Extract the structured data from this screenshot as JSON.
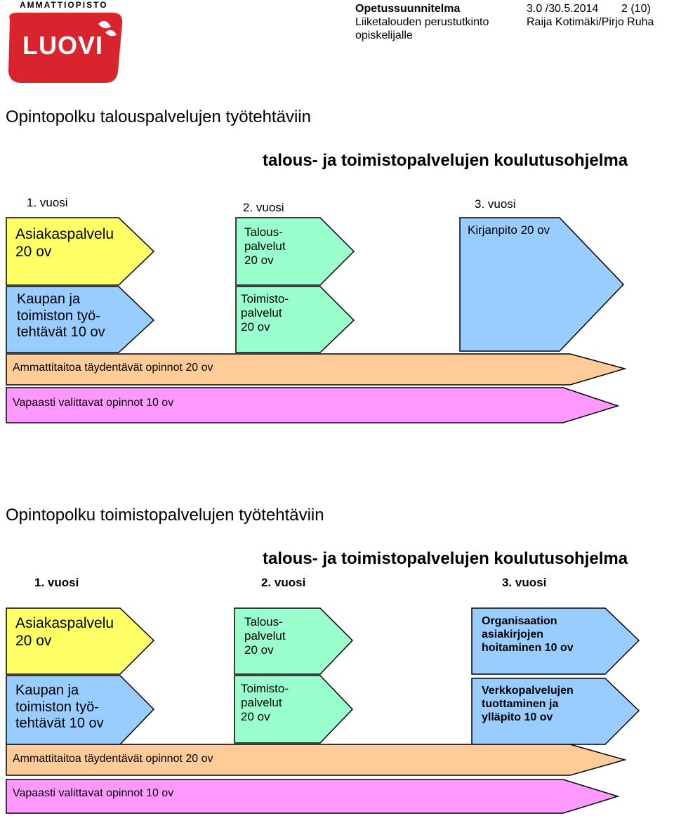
{
  "header": {
    "logo_top": "AMMATTIOPISTO",
    "logo_word": "LUOVI",
    "doc_title": "Opetussuunnitelma",
    "doc_sub1": "Liiketalouden perustutkinto",
    "doc_sub2": "opiskelijalle",
    "version": "3.0 /30.5.2014",
    "page": "2 (10)",
    "authors": "Raija Kotimäki/Pirjo Ruha"
  },
  "section1": {
    "title": "Opintopolku talouspalvelujen työtehtäviin",
    "program": "talous- ja toimistopalvelujen koulutusohjelma",
    "year1": "1. vuosi",
    "year2": "2. vuosi",
    "year3": "3. vuosi",
    "box_asiakas": [
      "Asiakaspalvelu",
      "20 ov"
    ],
    "box_kaupan": [
      "Kaupan ja",
      "toimiston työ-",
      "tehtävät 10 ov"
    ],
    "box_talous": [
      "Talous-",
      "palvelut",
      "20 ov"
    ],
    "box_toimisto": [
      "Toimisto-",
      "palvelut",
      "20 ov"
    ],
    "box_kirjanpito": "Kirjanpito 20 ov",
    "bar_ammatti": "Ammattitaitoa täydentävät opinnot 20 ov",
    "bar_vapaasti": "Vapaasti valittavat opinnot 10 ov"
  },
  "section2": {
    "title": "Opintopolku toimistopalvelujen työtehtäviin",
    "program": "talous- ja toimistopalvelujen koulutusohjelma",
    "year1": "1. vuosi",
    "year2": "2. vuosi",
    "year3": "3. vuosi",
    "box_asiakas": [
      "Asiakaspalvelu",
      "20 ov"
    ],
    "box_kaupan": [
      "Kaupan ja",
      "toimiston työ-",
      "tehtävät 10 ov"
    ],
    "box_talous": [
      "Talous-",
      "palvelut",
      "20 ov"
    ],
    "box_toimisto": [
      "Toimisto-",
      "palvelut",
      "20 ov"
    ],
    "box_organisaatio": [
      "Organisaation",
      "asiakirjojen",
      "hoitaminen 10 ov"
    ],
    "box_verkko": [
      "Verkkopalvelujen",
      "tuottaminen ja",
      "ylläpito 10 ov"
    ],
    "bar_ammatti": "Ammattitaitoa täydentävät opinnot 20 ov",
    "bar_vapaasti": "Vapaasti valittavat opinnot 10 ov"
  },
  "colors": {
    "logo_red": "#d9232d",
    "yellow": "#ffff66",
    "blue": "#99ccff",
    "green": "#99ffcc",
    "orange": "#ffcc99",
    "pink": "#ff99ff"
  }
}
